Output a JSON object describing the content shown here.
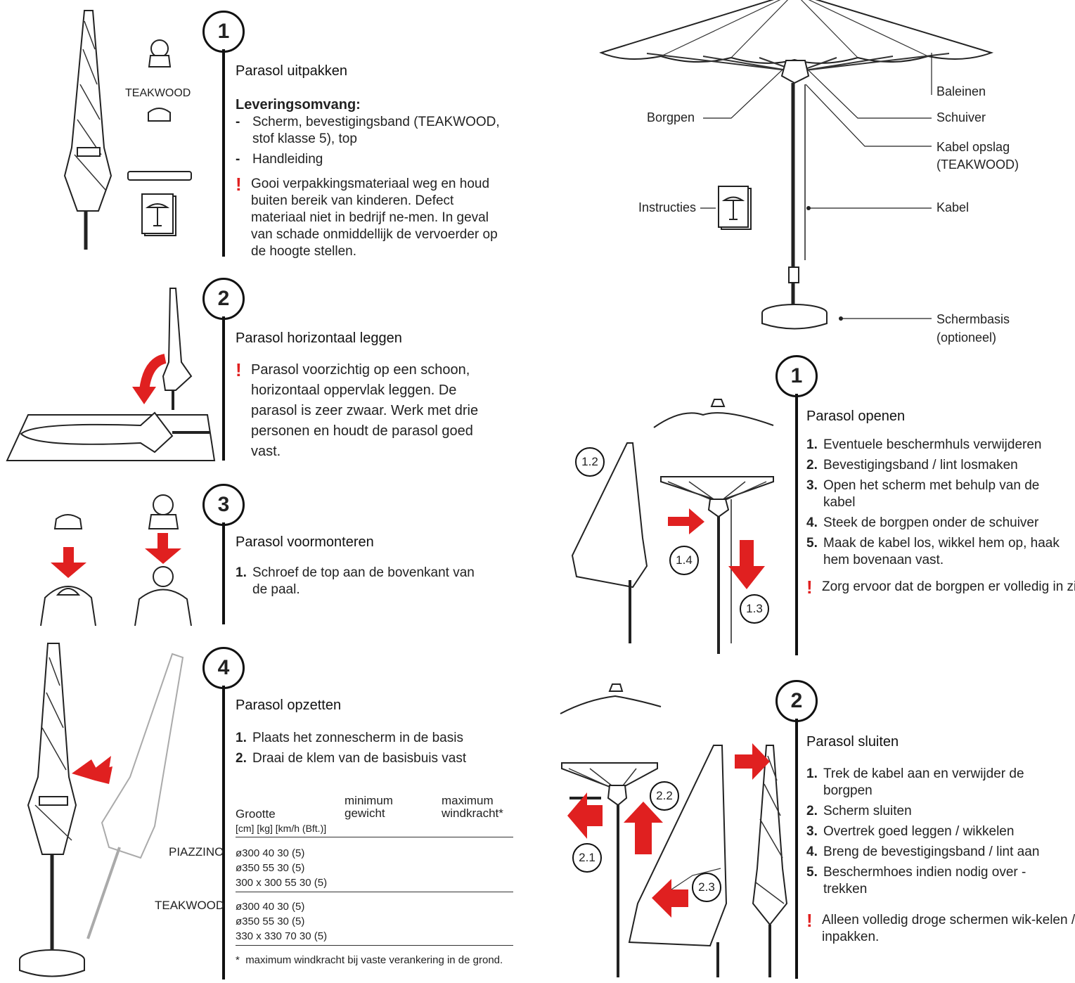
{
  "left": {
    "step1": {
      "number": "1",
      "title": "Parasol uitpakken",
      "scope_heading": "Leveringsomvang:",
      "scope_items": [
        "Scherm, bevestigingsband (TEAKWOOD, stof klasse 5), top",
        "Handleiding"
      ],
      "warning": "Gooi verpakkingsmateriaal weg en houd buiten bereik van kinderen. Defect materiaal niet in bedrijf ne-men. In geval van schade onmiddellijk de vervoerder op de hoogte stellen.",
      "teakwood_label": "TEAKWOOD"
    },
    "step2": {
      "number": "2",
      "title": "Parasol horizontaal leggen",
      "warning": "Parasol voorzichtig op een schoon, horizontaal oppervlak leggen. De parasol is zeer zwaar. Werk met drie personen en houdt de parasol goed vast."
    },
    "step3": {
      "number": "3",
      "title": "Parasol voormonteren",
      "items": [
        {
          "n": "1.",
          "text": "Schroef de top aan de bovenkant van de paal."
        }
      ]
    },
    "step4": {
      "number": "4",
      "title": "Parasol opzetten",
      "items": [
        {
          "n": "1.",
          "text": "Plaats het zonnescherm in de basis"
        },
        {
          "n": "2.",
          "text": "Draai de klem van de basisbuis vast"
        }
      ],
      "table": {
        "col1": "Grootte",
        "col1_units": "[cm] [kg] [km/h (Bft.)]",
        "col2": "minimum gewicht",
        "col3": "maximum windkracht*",
        "groups": [
          {
            "name": "PIAZZINO",
            "rows": [
              "ø300 40 30 (5)",
              "ø350 55 30 (5)",
              "300 x 300 55 30 (5)"
            ]
          },
          {
            "name": "TEAKWOOD",
            "rows": [
              "ø300 40 30 (5)",
              "ø350 55 30 (5)",
              "330 x 330 70 30 (5)"
            ]
          }
        ],
        "footnote_mark": "*",
        "footnote": "maximum windkracht bij vaste verankering in de grond."
      }
    }
  },
  "right": {
    "overview_labels": {
      "baleinen": "Baleinen",
      "borgpen": "Borgpen",
      "schuiver": "Schuiver",
      "kabel_opslag": "Kabel opslag (TEAKWOOD)",
      "instructies": "Instructies",
      "kabel": "Kabel",
      "schermbasis": "Schermbasis (optioneel)"
    },
    "step1": {
      "number": "1",
      "title": "Parasol openen",
      "items": [
        {
          "n": "1.",
          "text": "Eventuele beschermhuls verwijderen"
        },
        {
          "n": "2.",
          "text": "Bevestigingsband / lint losmaken"
        },
        {
          "n": "3.",
          "text": "Open het scherm met behulp van de kabel"
        },
        {
          "n": "4.",
          "text": "Steek de borgpen onder de schuiver"
        },
        {
          "n": "5.",
          "text": "Maak de kabel los, wikkel hem op, haak hem bovenaan vast."
        }
      ],
      "warning": "Zorg ervoor dat de borgpen er volledig in zit.",
      "callouts": [
        "1.2",
        "1.4",
        "1.3"
      ]
    },
    "step2": {
      "number": "2",
      "title": "Parasol sluiten",
      "items": [
        {
          "n": "1.",
          "text": "Trek de kabel aan en verwijder de borgpen"
        },
        {
          "n": "2.",
          "text": "Scherm sluiten"
        },
        {
          "n": "3.",
          "text": "Overtrek goed leggen / wikkelen"
        },
        {
          "n": "4.",
          "text": "Breng de bevestigingsband / lint aan"
        },
        {
          "n": "5.",
          "text": "Beschermhoes indien nodig over - trekken"
        }
      ],
      "warning": "Alleen volledig droge schermen wik-kelen / inpakken.",
      "callouts": [
        "2.2",
        "2.1",
        "2.3"
      ]
    }
  },
  "colors": {
    "accent": "#e02020",
    "ink": "#111111"
  }
}
